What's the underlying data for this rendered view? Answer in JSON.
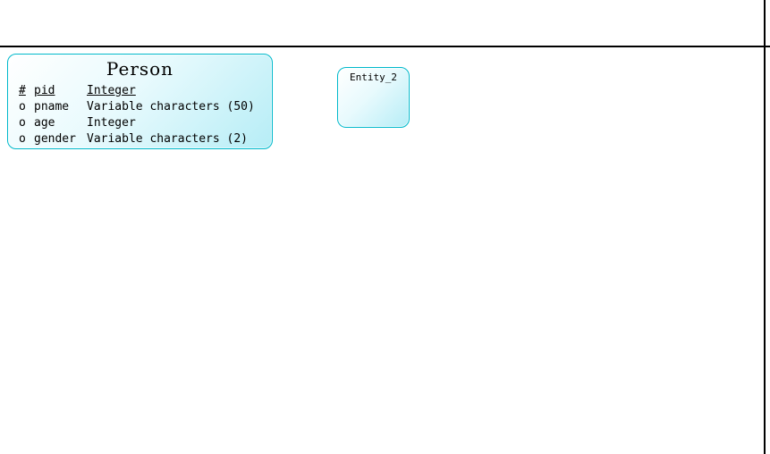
{
  "colors": {
    "entity-border": "#00b9cb",
    "entity-fill-start": "#ffffff",
    "entity-fill-end": "#b6edf6",
    "canvas-line": "#000000"
  },
  "entities": {
    "person": {
      "title": "Person",
      "attributes": [
        {
          "indicator": "#",
          "name": "pid",
          "type": "Integer"
        },
        {
          "indicator": "o",
          "name": "pname",
          "type": "Variable characters (50)"
        },
        {
          "indicator": "o",
          "name": "age",
          "type": "Integer"
        },
        {
          "indicator": "o",
          "name": "gender",
          "type": "Variable characters (2)"
        }
      ]
    },
    "entity2": {
      "title": "Entity_2"
    }
  }
}
